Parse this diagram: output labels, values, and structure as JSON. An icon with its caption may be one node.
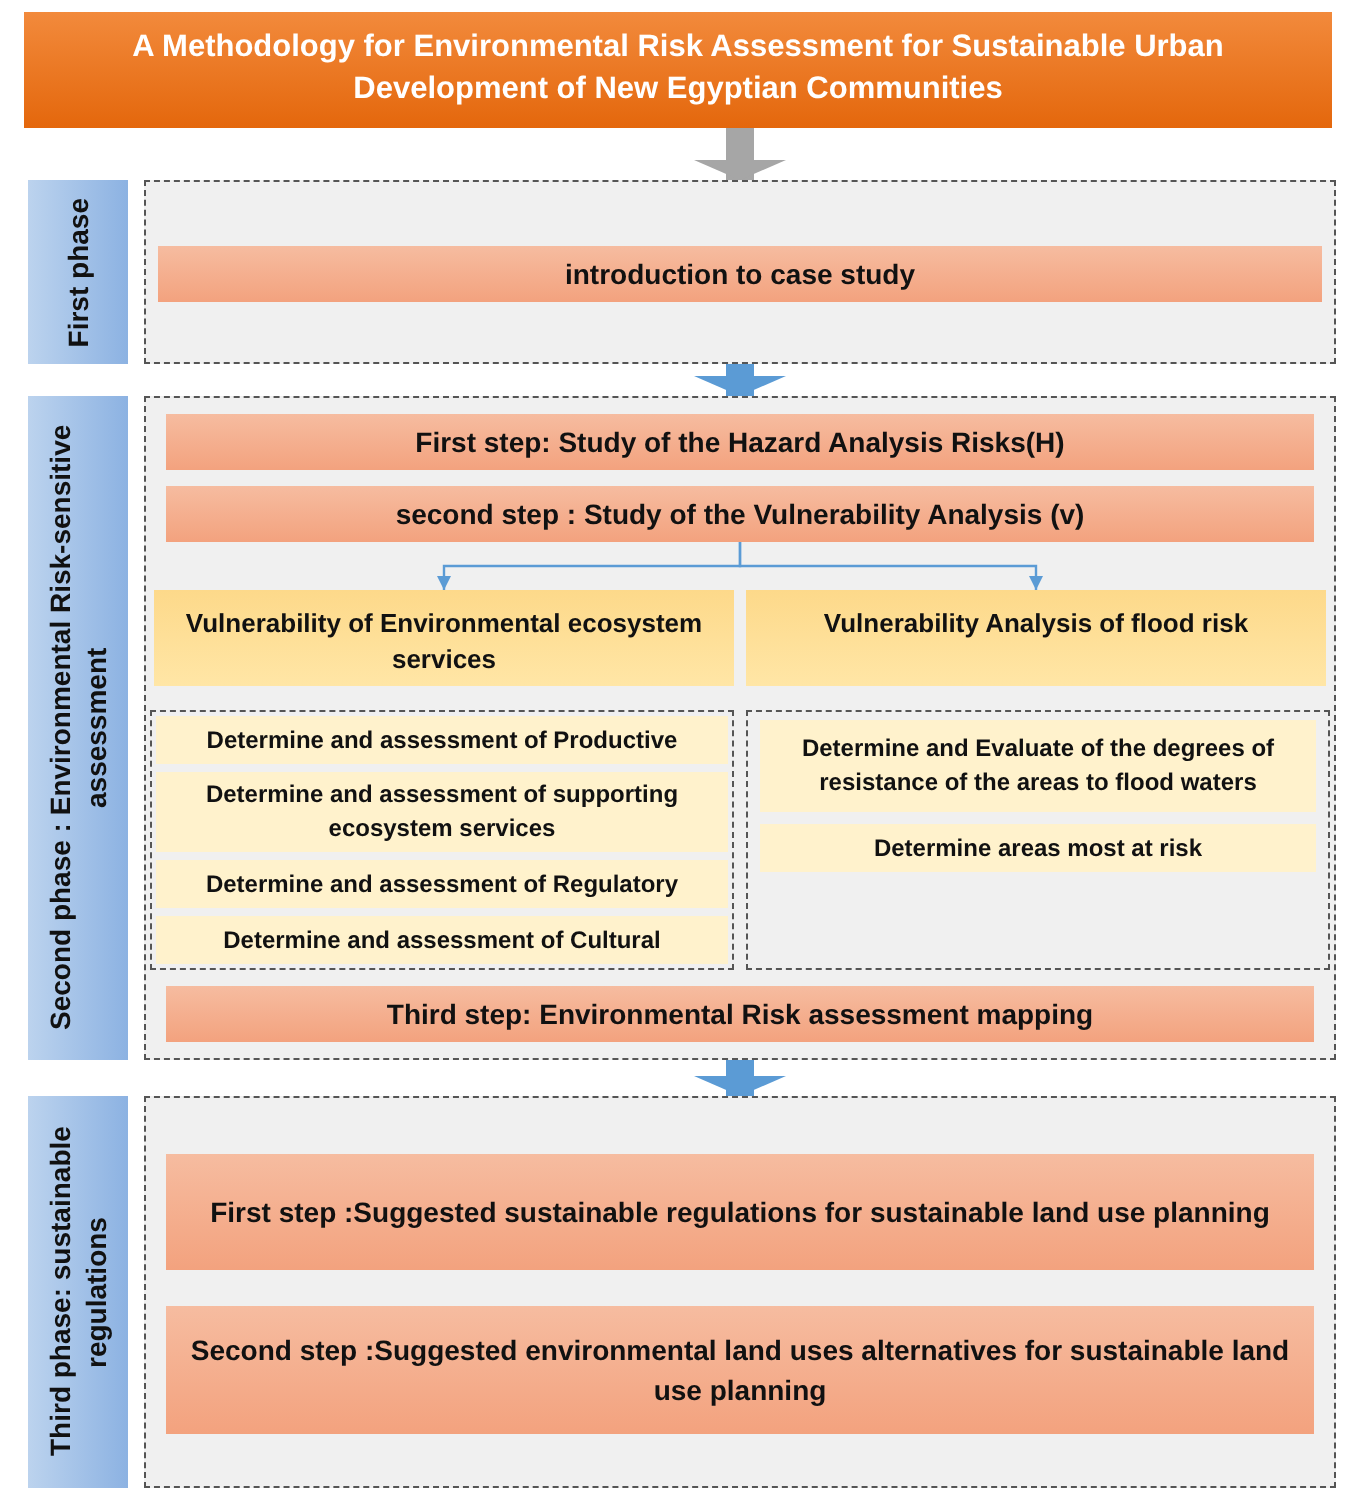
{
  "diagram": {
    "nodes": [
      {
        "text": [
          "A Methodology for Environmental Risk Assessment for Sustainable Urban Development of New Egyptian Communities"
        ]
      },
      {
        "text": [
          "First phase"
        ]
      },
      {
        "text": [],
        "shape": "box"
      },
      {
        "text": [
          "introduction to case study"
        ],
        "in": 2
      },
      {
        "text": [
          "Second phase : Environmental Risk-sensitive assessment"
        ]
      },
      {
        "text": [],
        "shape": "box"
      },
      {
        "text": [
          "First step: Study of the Hazard Analysis Risks(H)"
        ],
        "in": 5
      },
      {
        "text": [
          "second step : Study of the Vulnerability Analysis (v)"
        ],
        "in": 5
      },
      {
        "text": [
          "Vulnerability of Environmental ecosystem services"
        ],
        "in": 5
      },
      {
        "text": [
          "Vulnerability Analysis of flood risk"
        ],
        "in": 5
      },
      {
        "text": [],
        "shape": "box",
        "in": 5
      },
      {
        "text": [
          "Determine and assessment of Productive"
        ],
        "in": 10
      },
      {
        "text": [
          "Determine and assessment of supporting ecosystem services"
        ],
        "in": 10
      },
      {
        "text": [
          "Determine and assessment of Regulatory"
        ],
        "in": 10
      },
      {
        "text": [
          "Determine and assessment of Cultural"
        ],
        "in": 10
      },
      {
        "text": [],
        "shape": "box",
        "in": 5
      },
      {
        "text": [
          "Determine and Evaluate of the degrees of resistance of the areas to flood waters"
        ],
        "in": 15
      },
      {
        "text": [
          "Determine areas most at risk"
        ],
        "in": 15
      },
      {
        "text": [
          "Third step: Environmental Risk assessment mapping"
        ],
        "in": 5
      },
      {
        "text": [
          "Third phase: sustainable regulations"
        ]
      },
      {
        "text": [],
        "shape": "box"
      },
      {
        "text": [
          "First  step :Suggested sustainable regulations for sustainable land use planning"
        ],
        "in": 20
      },
      {
        "text": [
          "Second step :Suggested environmental land uses alternatives for sustainable land use planning"
        ],
        "in": 20
      }
    ],
    "edges": [
      {
        "from": 0,
        "to": 2,
        "arrow": "to",
        "color": "#a6a6a6"
      },
      {
        "from": 2,
        "to": 5,
        "arrow": "to"
      },
      {
        "from": 7,
        "to": 8,
        "arrow": "to"
      },
      {
        "from": 7,
        "to": 9,
        "arrow": "to"
      },
      {
        "from": 5,
        "to": 20,
        "arrow": "to"
      }
    ]
  }
}
